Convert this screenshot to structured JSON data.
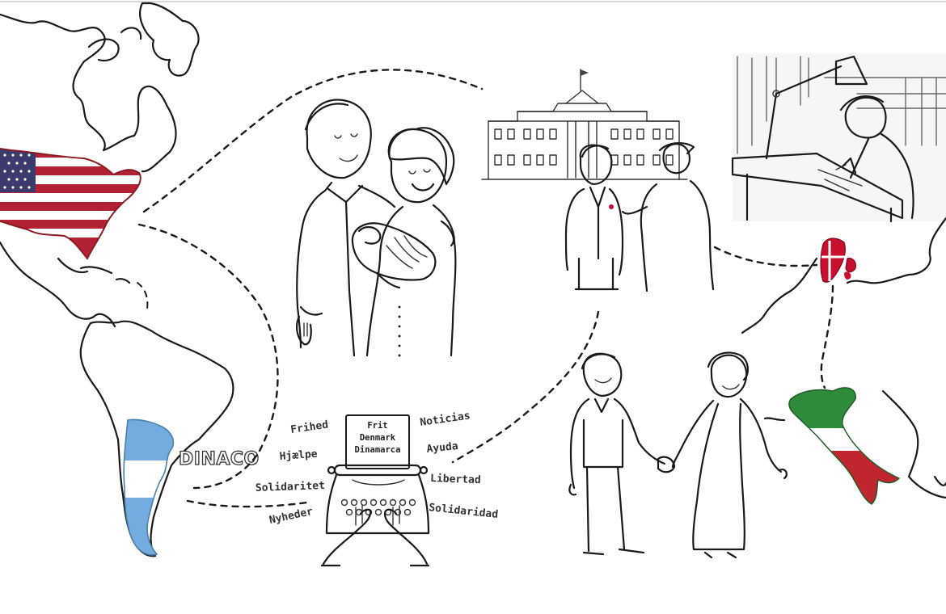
{
  "typewriter": {
    "paper_lines": [
      "Frit",
      "Denmark",
      "Dinamarca"
    ]
  },
  "words_left": [
    "Frihed",
    "Hjælpe",
    "Solidaritet",
    "Nyheder"
  ],
  "words_right": [
    "Noticias",
    "Ayuda",
    "Libertad",
    "Solidaridad"
  ],
  "map_logo": "DINACO",
  "flag_colors": {
    "usa_red": "#b22234",
    "usa_blue": "#3c3b6e",
    "argentina_blue": "#74acdf",
    "italy_green": "#2e8b3a",
    "italy_red": "#c0262d",
    "denmark_red": "#c8102e"
  }
}
